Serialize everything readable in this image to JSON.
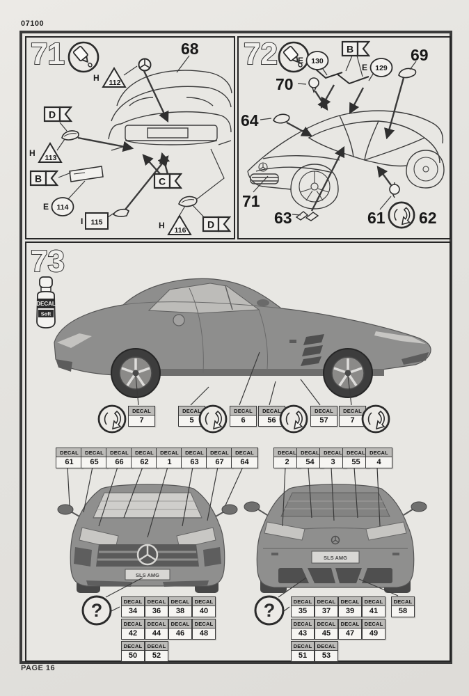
{
  "page": {
    "kit_number": "07100",
    "page_label": "PAGE 16"
  },
  "colors": {
    "paper": "#e4e3e0",
    "ink": "#222222",
    "car_gray": "#8f8f8f"
  },
  "step71": {
    "number": "71",
    "part_68": "68",
    "labels": {
      "h112": {
        "prefix": "H",
        "number": "112"
      },
      "flag_d_top": "D",
      "h113": {
        "prefix": "H",
        "number": "113"
      },
      "flag_b": "B",
      "e114": {
        "prefix": "E",
        "number": "114"
      },
      "flag_c": "C",
      "i115": {
        "prefix": "I",
        "number": "115"
      },
      "h116": {
        "prefix": "H",
        "number": "116"
      },
      "flag_d_bottom": "D"
    }
  },
  "step72": {
    "number": "72",
    "labels": {
      "e130": {
        "prefix": "E",
        "number": "130"
      },
      "flag_b": "B",
      "e129": {
        "prefix": "E",
        "number": "129"
      },
      "part_69": "69",
      "part_70": "70",
      "part_64": "64",
      "part_71": "71",
      "part_63": "63",
      "part_61": "61",
      "part_62": "62"
    }
  },
  "step73": {
    "number": "73",
    "decal_word": "DECAL",
    "bottle": {
      "line1": "DECAL",
      "line2": "Soft"
    },
    "license_plate": "SLS AMG",
    "question_mark": "?",
    "side_decals": [
      "7",
      "5",
      "6",
      "56",
      "57",
      "7"
    ],
    "front_decals": [
      "61",
      "65",
      "66",
      "62",
      "1",
      "63",
      "67",
      "64"
    ],
    "rear_decals": [
      "2",
      "54",
      "3",
      "55",
      "4"
    ],
    "front_lower_decals": [
      [
        "34",
        "36",
        "38",
        "40"
      ],
      [
        "42",
        "44",
        "46",
        "48"
      ],
      [
        "50",
        "52"
      ]
    ],
    "rear_lower_decals": [
      [
        "35",
        "37",
        "39",
        "41"
      ],
      [
        "43",
        "45",
        "47",
        "49"
      ],
      [
        "51",
        "53"
      ]
    ],
    "rear_lower_extra": "58"
  }
}
